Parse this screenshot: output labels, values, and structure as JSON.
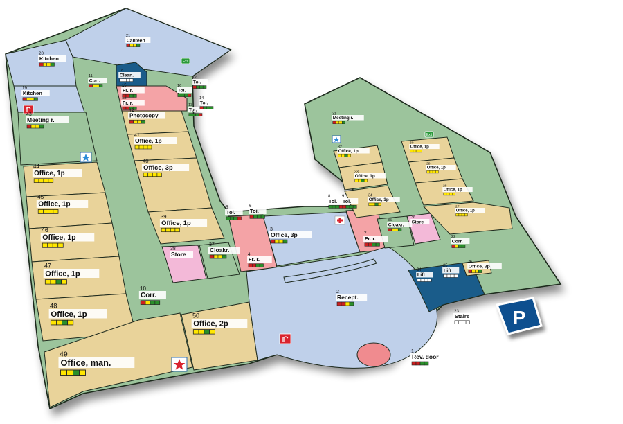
{
  "colors": {
    "corridor": "#9cc49c",
    "office": "#e9d39a",
    "public": "#bfd0ea",
    "toilet": "#f4a3a6",
    "store": "#f3b9d8",
    "service": "#1a5c8a",
    "parking": "#0f4f8f",
    "rev_door": "#f08b8f"
  },
  "rooms": [
    {
      "num": "1",
      "label": "Rev. door",
      "bars": [
        "#cc1f1f",
        "#cc1f1f",
        "#2a8f2a",
        "#2a8f2a"
      ]
    },
    {
      "num": "2",
      "label": "Recept.",
      "bars": [
        "#cc1f1f",
        "#cc1f1f",
        "#ffe600",
        "#2a8f2a"
      ]
    },
    {
      "num": "3",
      "label": "Office, 3p",
      "bars": [
        "#cc1f1f",
        "#ffe600",
        "#ffe600",
        "#2a8f2a"
      ]
    },
    {
      "num": "4",
      "label": "Fr. r.",
      "bars": [
        "#cc1f1f",
        "#cc1f1f",
        "#2a8f2a",
        "#2a8f2a"
      ]
    },
    {
      "num": "5",
      "label": "Toi.",
      "bars": [
        "#2a8f2a",
        "#2a8f2a",
        "#2a8f2a",
        "#cc1f1f"
      ]
    },
    {
      "num": "6",
      "label": "Toi.",
      "bars": [
        "#cc1f1f",
        "#2a8f2a",
        "#2a8f2a",
        "#2a8f2a"
      ]
    },
    {
      "num": "7",
      "label": "Fr. r.",
      "bars": [
        "#cc1f1f",
        "#cc1f1f",
        "#2a8f2a",
        "#2a8f2a"
      ]
    },
    {
      "num": "8",
      "label": "Toi.",
      "bars": [
        "#2a8f2a",
        "#2a8f2a",
        "#2a8f2a",
        "#cc1f1f"
      ]
    },
    {
      "num": "9",
      "label": "Toi.",
      "bars": [
        "#cc1f1f",
        "#2a8f2a",
        "#2a8f2a",
        "#2a8f2a"
      ]
    },
    {
      "num": "10",
      "label": "Corr.",
      "bars": [
        "#cc1f1f",
        "#ffe600",
        "#2a8f2a",
        "#2a8f2a"
      ]
    },
    {
      "num": "11",
      "label": "Corr.",
      "bars": [
        "#cc1f1f",
        "#ffe600",
        "#ffe600",
        "#2a8f2a"
      ]
    },
    {
      "num": "12",
      "label": "Fr. r.",
      "bars": [
        "#cc1f1f",
        "#cc1f1f",
        "#2a8f2a",
        "#2a8f2a"
      ]
    },
    {
      "num": "13",
      "label": "Toi.",
      "bars": [
        "#2a8f2a",
        "#2a8f2a",
        "#2a8f2a",
        "#cc1f1f"
      ]
    },
    {
      "num": "14",
      "label": "Toi.",
      "bars": [
        "#cc1f1f",
        "#2a8f2a",
        "#2a8f2a",
        "#2a8f2a"
      ]
    },
    {
      "num": "15",
      "label": "Fr. r.",
      "bars": [
        "#cc1f1f",
        "#cc1f1f",
        "#2a8f2a",
        "#2a8f2a"
      ]
    },
    {
      "num": "16",
      "label": "Toi.",
      "bars": [
        "#2a8f2a",
        "#2a8f2a",
        "#2a8f2a",
        "#cc1f1f"
      ]
    },
    {
      "num": "17",
      "label": "Toi.",
      "bars": [
        "#cc1f1f",
        "#2a8f2a",
        "#2a8f2a",
        "#2a8f2a"
      ]
    },
    {
      "num": "18",
      "label": "Clean.",
      "bars": [
        "#ffffff",
        "#ffffff",
        "#ffffff",
        "#ffffff"
      ]
    },
    {
      "num": "19",
      "label": "Kitchen",
      "bars": [
        "#cc1f1f",
        "#ffe600",
        "#ffe600",
        "#2a8f2a"
      ]
    },
    {
      "num": "20",
      "label": "Kitchen",
      "bars": [
        "#cc1f1f",
        "#ffe600",
        "#ffe600",
        "#2a8f2a"
      ]
    },
    {
      "num": "21",
      "label": "Canteen",
      "bars": [
        "#cc1f1f",
        "#ffe600",
        "#ffe600",
        "#2a8f2a"
      ]
    },
    {
      "num": "22",
      "label": "Corr.",
      "bars": [
        "#cc1f1f",
        "#ffe600",
        "#2a8f2a",
        "#2a8f2a"
      ]
    },
    {
      "num": "23",
      "label": "Stairs",
      "bars": [
        "#ffffff",
        "#ffffff",
        "#ffffff",
        "#ffffff"
      ]
    },
    {
      "num": "24",
      "label": "Lift",
      "bars": [
        "#ffffff",
        "#ffffff",
        "#ffffff",
        "#ffffff"
      ]
    },
    {
      "num": "25",
      "label": "Lift",
      "bars": [
        "#ffffff",
        "#ffffff",
        "#ffffff",
        "#ffffff"
      ]
    },
    {
      "num": "26",
      "label": "Office, 3p",
      "bars": [
        "#cc1f1f",
        "#ffe600",
        "#ffe600",
        "#2a8f2a"
      ]
    },
    {
      "num": "27",
      "label": "Office, 1p",
      "bars": [
        "#ffe600",
        "#ffe600",
        "#ffe600",
        "#ffe600"
      ]
    },
    {
      "num": "28",
      "label": "Office, 1p",
      "bars": [
        "#ffe600",
        "#ffe600",
        "#ffe600",
        "#ffe600"
      ]
    },
    {
      "num": "29",
      "label": "Office, 1p",
      "bars": [
        "#ffe600",
        "#ffe600",
        "#ffe600",
        "#ffe600"
      ]
    },
    {
      "num": "30",
      "label": "Office, 1p",
      "bars": [
        "#ffe600",
        "#ffe600",
        "#ffe600",
        "#ffe600"
      ]
    },
    {
      "num": "31",
      "label": "Meeting r.",
      "bars": [
        "#cc1f1f",
        "#ffe600",
        "#ffe600",
        "#2a8f2a"
      ]
    },
    {
      "num": "32",
      "label": "Office, 1p",
      "bars": [
        "#ffe600",
        "#ffe600",
        "#2a8f2a",
        "#ffe600"
      ]
    },
    {
      "num": "33",
      "label": "Office, 1p",
      "bars": [
        "#ffe600",
        "#ffe600",
        "#2a8f2a",
        "#ffe600"
      ]
    },
    {
      "num": "34",
      "label": "Office, 1p",
      "bars": [
        "#ffe600",
        "#ffe600",
        "#2a8f2a",
        "#ffe600"
      ]
    },
    {
      "num": "35",
      "label": "Cloakr.",
      "bars": [
        "#cc1f1f",
        "#ffe600",
        "#ffe600",
        "#2a8f2a"
      ]
    },
    {
      "num": "36",
      "label": "Store",
      "bars": []
    },
    {
      "num": "37",
      "label": "Cloakr.",
      "bars": [
        "#cc1f1f",
        "#ffe600",
        "#ffe600",
        "#2a8f2a"
      ]
    },
    {
      "num": "38",
      "label": "Store",
      "bars": []
    },
    {
      "num": "39",
      "label": "Office, 1p",
      "bars": [
        "#ffe600",
        "#ffe600",
        "#ffe600",
        "#ffe600"
      ]
    },
    {
      "num": "40",
      "label": "Office, 3p",
      "bars": [
        "#ffe600",
        "#ffe600",
        "#ffe600",
        "#ffe600"
      ]
    },
    {
      "num": "41",
      "label": "Office, 1p",
      "bars": [
        "#ffe600",
        "#ffe600",
        "#ffe600",
        "#ffe600"
      ]
    },
    {
      "num": "42",
      "label": "Photocopy",
      "bars": [
        "#cc1f1f",
        "#ffe600",
        "#ffe600",
        "#2a8f2a"
      ]
    },
    {
      "num": "43",
      "label": "Meeting r.",
      "bars": [
        "#cc1f1f",
        "#ffe600",
        "#ffe600",
        "#2a8f2a"
      ]
    },
    {
      "num": "44",
      "label": "Office, 1p",
      "bars": [
        "#ffe600",
        "#ffe600",
        "#ffe600",
        "#ffe600"
      ]
    },
    {
      "num": "45",
      "label": "Office, 1p",
      "bars": [
        "#ffe600",
        "#ffe600",
        "#ffe600",
        "#ffe600"
      ]
    },
    {
      "num": "46",
      "label": "Office, 1p",
      "bars": [
        "#ffe600",
        "#ffe600",
        "#ffe600",
        "#ffe600"
      ]
    },
    {
      "num": "47",
      "label": "Office, 1p",
      "bars": [
        "#ffe600",
        "#ffe600",
        "#2a8f2a",
        "#ffe600"
      ]
    },
    {
      "num": "48",
      "label": "Office, 1p",
      "bars": [
        "#ffe600",
        "#ffe600",
        "#2a8f2a",
        "#ffe600"
      ]
    },
    {
      "num": "49",
      "label": "Office, man.",
      "bars": [
        "#ffe600",
        "#ffe600",
        "#2a8f2a",
        "#ffe600"
      ]
    },
    {
      "num": "50",
      "label": "Office, 2p",
      "bars": [
        "#ffe600",
        "#ffe600",
        "#2a8f2a",
        "#ffe600"
      ]
    }
  ],
  "icons": {
    "exit_sign": "exit-sign-icon",
    "first_aid": "first-aid-cross-icon",
    "fire_extinguisher": "fire-extinguisher-icon",
    "assembly_star": "star-icon",
    "parking": "P",
    "exit_text": "Exit"
  }
}
